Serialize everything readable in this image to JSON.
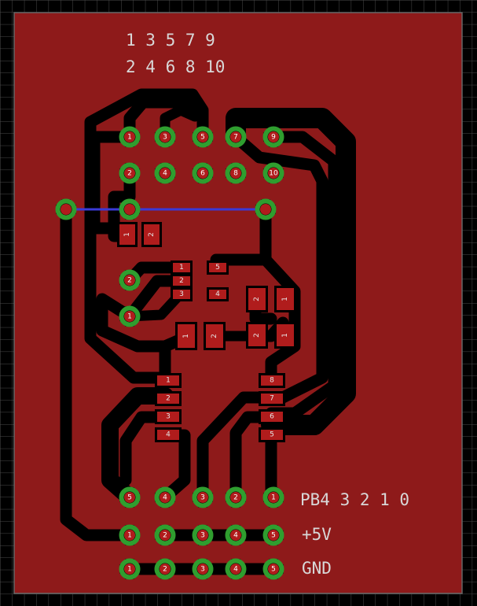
{
  "colors": {
    "background": "#000000",
    "board": "#8e1a1a",
    "copper_clear": "#000000",
    "pad_ring": "#2f9e2f",
    "pad_hole": "#b01c1c",
    "smd_pad": "#b01c1c",
    "grid": "#4a4a4a",
    "silkscreen": "#d8d8d8",
    "airwire": "#3a3ad8"
  },
  "header_labels": {
    "odd_row": "1 3 5 7 9",
    "even_row": "2 4 6 8 10"
  },
  "row_labels": {
    "port_bits": "PB4 3 2 1 0",
    "power": "+5V",
    "ground": "GND"
  },
  "connector_10pin": {
    "odd_pins": [
      "1",
      "3",
      "5",
      "7",
      "9"
    ],
    "even_pins": [
      "2",
      "4",
      "6",
      "8",
      "10"
    ]
  },
  "port_row_pins": [
    "5",
    "4",
    "3",
    "2",
    "1"
  ],
  "power_row_pins": [
    "1",
    "2",
    "3",
    "4",
    "5"
  ],
  "ground_row_pins": [
    "1",
    "2",
    "3",
    "4",
    "5"
  ],
  "misc_pads": [
    "2",
    "1"
  ],
  "smd_labels": {
    "c_top": [
      "1",
      "2"
    ],
    "ic_small_left": [
      "1",
      "2",
      "3"
    ],
    "ic_small_right": [
      "5",
      "4"
    ],
    "c_mid": [
      "1",
      "2"
    ],
    "c_right_upper": [
      "2",
      "1"
    ],
    "c_right_lower": [
      "2",
      "1"
    ],
    "ic_main_left": [
      "1",
      "2",
      "3",
      "4"
    ],
    "ic_main_right": [
      "8",
      "7",
      "6",
      "5"
    ]
  }
}
